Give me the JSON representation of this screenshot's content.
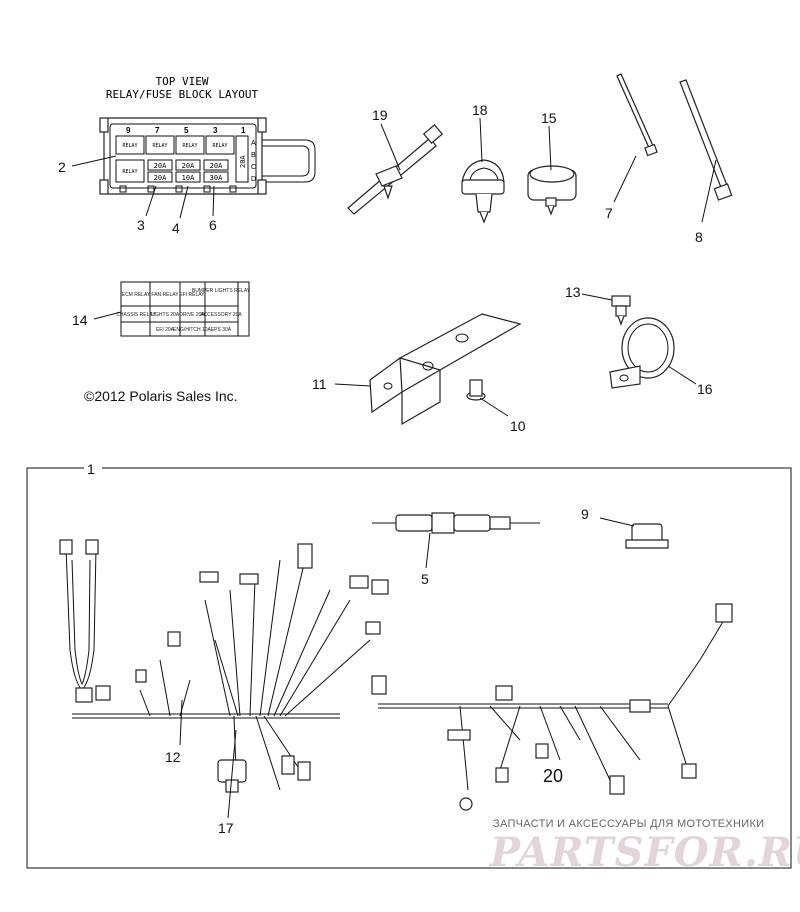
{
  "relay_block": {
    "title_line1": "TOP VIEW",
    "title_line2": "RELAY/FUSE BLOCK LAYOUT",
    "top_numbers": [
      "9",
      "7",
      "5",
      "3",
      "1"
    ],
    "relay_labels": [
      "RELAY",
      "RELAY",
      "RELAY",
      "RELAY",
      "RELAY"
    ],
    "fuses_row1": [
      "20A",
      "20A",
      "20A"
    ],
    "fuses_row2": [
      "20A",
      "10A",
      "30A"
    ],
    "side_letters": [
      "A",
      "B",
      "C",
      "D"
    ],
    "side_fuse": "20A"
  },
  "fuse_chart": {
    "row1": [
      "ECM RELAY",
      "FAN RELAY",
      "EFI RELAY",
      "BUMPER LIGHTS RELAY"
    ],
    "row2": [
      "CHASSIS RELAY",
      "LIGHTS 20A",
      "DRIVE 20A",
      "ACCESSORY 20A"
    ],
    "row3": [
      "",
      "EFI 20A",
      "ENG/HITCH 10A",
      "EPS 30A"
    ]
  },
  "callouts": {
    "c1": "1",
    "c2": "2",
    "c3": "3",
    "c4": "4",
    "c5": "5",
    "c6": "6",
    "c7": "7",
    "c8": "8",
    "c9": "9",
    "c10": "10",
    "c11": "11",
    "c12": "12",
    "c13": "13",
    "c14": "14",
    "c15": "15",
    "c16": "16",
    "c17": "17",
    "c18": "18",
    "c19": "19",
    "c20": "20"
  },
  "copyright": "©2012 Polaris Sales Inc.",
  "watermark": {
    "tagline": "ЗАПЧАСТИ И АКСЕССУАРЫ ДЛЯ МОТОТЕХНИКИ",
    "logo": "PARTSFOR.RU"
  }
}
